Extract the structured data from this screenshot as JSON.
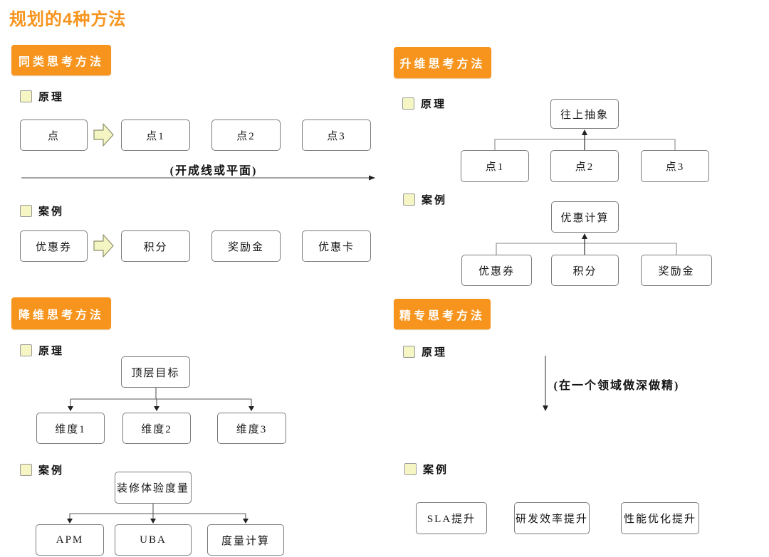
{
  "title": "规划的4种方法",
  "colors": {
    "accent_orange": "#F7941D",
    "legend_yellow": "#F5F6C3",
    "block_arrow_yellow": "#F3F6C2",
    "node_border_gray": "#7B7B7B",
    "connector_gray": "#5A5A5A"
  },
  "sections": {
    "tonglei": {
      "header": "同类思考方法",
      "principle": {
        "label": "原理",
        "source": "点",
        "targets": [
          "点1",
          "点2",
          "点3"
        ],
        "note": "(开成线或平面)"
      },
      "case": {
        "label": "案例",
        "source": "优惠券",
        "targets": [
          "积分",
          "奖励金",
          "优惠卡"
        ]
      }
    },
    "shengwei": {
      "header": "升维思考方法",
      "principle": {
        "label": "原理",
        "parent": "往上抽象",
        "children": [
          "点1",
          "点2",
          "点3"
        ]
      },
      "case": {
        "label": "案例",
        "parent": "优惠计算",
        "children": [
          "优惠券",
          "积分",
          "奖励金"
        ]
      }
    },
    "jiangwei": {
      "header": "降维思考方法",
      "principle": {
        "label": "原理",
        "parent": "顶层目标",
        "children": [
          "维度1",
          "维度2",
          "维度3"
        ]
      },
      "case": {
        "label": "案例",
        "parent": "装修体验度量",
        "children": [
          "APM",
          "UBA",
          "度量计算"
        ]
      }
    },
    "jingzhuan": {
      "header": "精专思考方法",
      "principle": {
        "label": "原理",
        "note": "(在一个领域做深做精)"
      },
      "case": {
        "label": "案例",
        "items": [
          "SLA提升",
          "研发效率提升",
          "性能优化提升"
        ]
      }
    }
  }
}
